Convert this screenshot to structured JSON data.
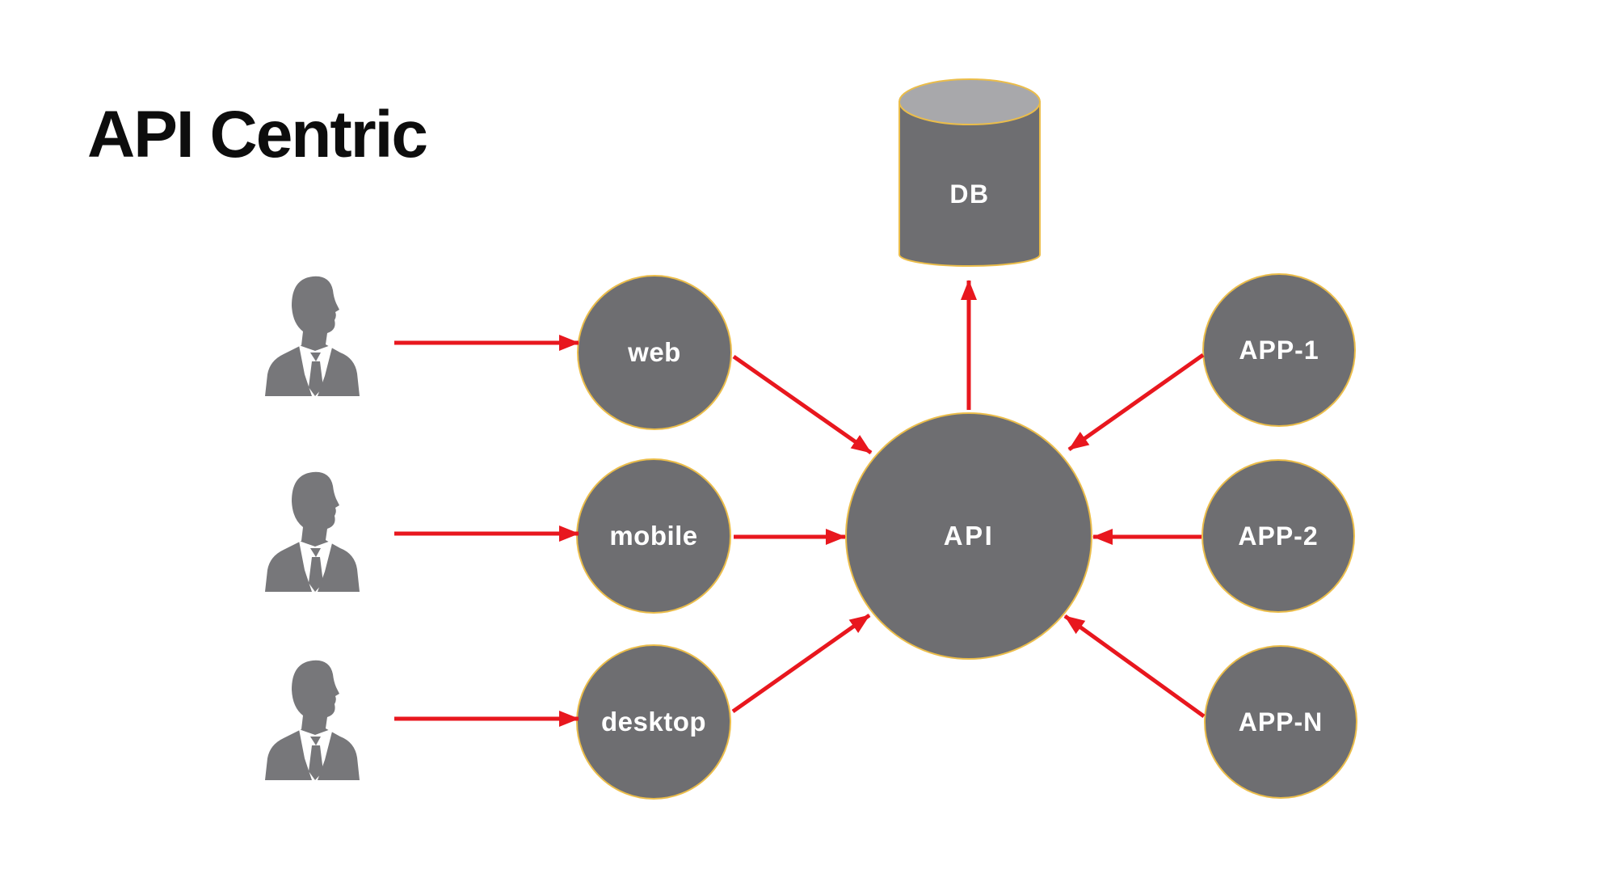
{
  "title": "API Centric",
  "colors": {
    "background": "#ffffff",
    "title": "#0d0d0d",
    "node_fill": "#6e6e71",
    "node_border": "#ebbd4a",
    "node_text": "#ffffff",
    "cylinder_top": "#a8a8ab",
    "arrow": "#e8171e",
    "person": "#77777a"
  },
  "nodes": {
    "api": {
      "label": "API"
    },
    "db": {
      "label": "DB"
    },
    "clients": [
      {
        "id": "web",
        "label": "web"
      },
      {
        "id": "mobile",
        "label": "mobile"
      },
      {
        "id": "desktop",
        "label": "desktop"
      }
    ],
    "apps": [
      {
        "id": "app-1",
        "label": "APP-1"
      },
      {
        "id": "app-2",
        "label": "APP-2"
      },
      {
        "id": "app-n",
        "label": "APP-N"
      }
    ],
    "users": [
      {
        "id": "user-1"
      },
      {
        "id": "user-2"
      },
      {
        "id": "user-3"
      }
    ]
  },
  "edges": [
    {
      "from": "user-1",
      "to": "web"
    },
    {
      "from": "user-2",
      "to": "mobile"
    },
    {
      "from": "user-3",
      "to": "desktop"
    },
    {
      "from": "web",
      "to": "api"
    },
    {
      "from": "mobile",
      "to": "api"
    },
    {
      "from": "desktop",
      "to": "api"
    },
    {
      "from": "app-1",
      "to": "api"
    },
    {
      "from": "app-2",
      "to": "api"
    },
    {
      "from": "app-n",
      "to": "api"
    },
    {
      "from": "api",
      "to": "db"
    }
  ]
}
